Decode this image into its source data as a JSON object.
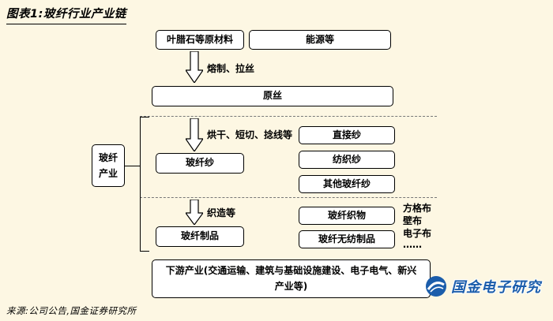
{
  "colors": {
    "page-bg": "#fdf7e3",
    "brand-blue": "#1b5dab"
  },
  "title": "图表1:玻纤行业产业链",
  "source": "来源:公司公告,国金证券研究所",
  "logo_text": "国金电子研究",
  "diagram": {
    "industry_bracket_label": "玻纤产业",
    "nodes": {
      "raw_material": "叶腊石等原材料",
      "energy": "能源等",
      "raw_silk": "原丝",
      "glass_fiber_yarn": "玻纤纱",
      "direct_yarn": "直接纱",
      "textile_yarn": "纺织纱",
      "other_yarn": "其他玻纤纱",
      "glass_fiber_products": "玻纤制品",
      "glass_fiber_fabric": "玻纤织物",
      "nonwoven_products": "玻纤无纺制品",
      "downstream": "下游产业(交通运输、建筑与基础设施建设、电子电气、新兴产业等)"
    },
    "process_labels": {
      "melting_drawing": "熔制、拉丝",
      "drying_chopping": "烘干、短切、捻线等",
      "weaving": "织造等"
    },
    "fabric_examples": [
      "方格布",
      "壁布",
      "电子布",
      "……"
    ]
  }
}
